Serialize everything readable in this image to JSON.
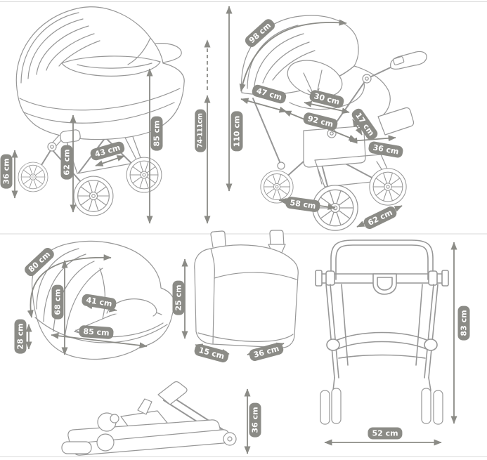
{
  "unit": "cm",
  "colors": {
    "background": "#ffffff",
    "label_bg": "#8b8b86",
    "label_text": "#ffffff",
    "line_art": "#979797",
    "arrow": "#8b8b86",
    "divider": "#d9d9d9"
  },
  "views": {
    "pram_side": {
      "dims": {
        "wheel_height": "36 cm",
        "chassis_height": "62 cm",
        "basket_width": "43 cm",
        "carrycot_top_height": "85 cm",
        "handle_height_range": "74-111cm"
      }
    },
    "pushchair_side": {
      "dims": {
        "total_height": "110 cm",
        "canopy_arc": "98 cm",
        "backrest_height": "47 cm",
        "seat_width": "30 cm",
        "lie_flat_length": "92 cm",
        "footrest_length": "17 cm",
        "seat_depth": "36 cm",
        "wheelbase": "58 cm",
        "chassis_length": "62 cm"
      }
    },
    "carrycot": {
      "dims": {
        "hood_arc": "80 cm",
        "height": "68 cm",
        "inner_width": "41 cm",
        "length": "85 cm",
        "shell_depth": "28 cm"
      }
    },
    "bag": {
      "dims": {
        "height": "25 cm",
        "depth": "15 cm",
        "width": "36 cm"
      }
    },
    "frame_front": {
      "dims": {
        "height": "83 cm",
        "width": "52 cm"
      }
    },
    "frame_folded": {
      "dims": {
        "height": "36 cm"
      }
    }
  }
}
